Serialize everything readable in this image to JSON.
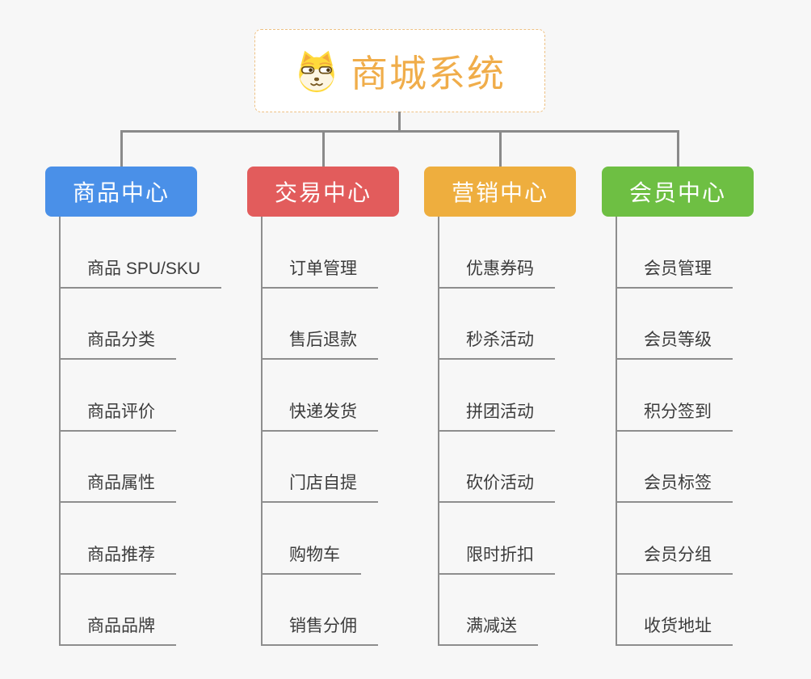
{
  "root": {
    "title": "商城系统",
    "icon": "shiba-dog-icon",
    "accent_color": "#f0ad4a",
    "border_color": "#eec184"
  },
  "branches": [
    {
      "label": "商品中心",
      "color": "#4a90e8",
      "children": [
        "商品 SPU/SKU",
        "商品分类",
        "商品评价",
        "商品属性",
        "商品推荐",
        "商品品牌"
      ]
    },
    {
      "label": "交易中心",
      "color": "#e25c5c",
      "children": [
        "订单管理",
        "售后退款",
        "快递发货",
        "门店自提",
        "购物车",
        "销售分佣"
      ]
    },
    {
      "label": "营销中心",
      "color": "#eeae3e",
      "children": [
        "优惠券码",
        "秒杀活动",
        "拼团活动",
        "砍价活动",
        "限时折扣",
        "满减送"
      ]
    },
    {
      "label": "会员中心",
      "color": "#6ebf43",
      "children": [
        "会员管理",
        "会员等级",
        "积分签到",
        "会员标签",
        "会员分组",
        "收货地址"
      ]
    }
  ],
  "colors": {
    "background": "#f7f7f7",
    "connector_line": "#8a8a8a",
    "subtopic_text": "#3c3c3c"
  }
}
